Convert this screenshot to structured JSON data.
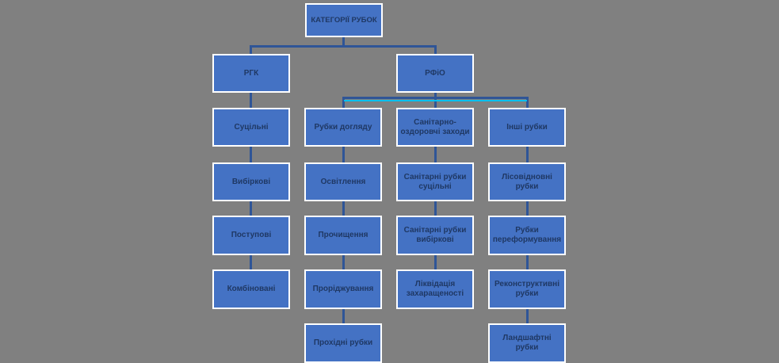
{
  "diagram": {
    "root": "КАТЕГОРІЇ РУБОК",
    "level1": {
      "rgk": "РГК",
      "rfio": "РФіО"
    },
    "col1": [
      "Суцільні",
      "Вибіркові",
      "Поступові",
      "Комбіновані"
    ],
    "col2": [
      "Рубки догляду",
      "Освітлення",
      "Прочищення",
      "Проріджування",
      "Прохідні рубки"
    ],
    "col3": [
      "Санітарно-оздоровчі заходи",
      "Санітарні рубки суцільні",
      "Санітарні рубки вибіркові",
      "Ліквідація захаращеності"
    ],
    "col4": [
      "Інші рубки",
      "Лісовідновні рубки",
      "Рубки переформування",
      "Реконструктивні рубки",
      "Ландшафтні рубки"
    ]
  },
  "colors": {
    "background": "#808080",
    "box_fill": "#4472C4",
    "box_border": "#FFFFFF",
    "box_text": "#1F3864",
    "connector": "#2F5597",
    "connector_selected": "#00C0F0"
  }
}
